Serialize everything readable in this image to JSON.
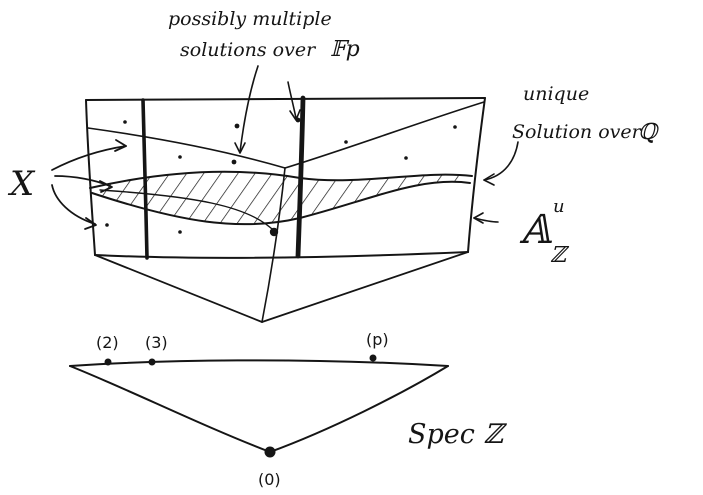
{
  "annotations": {
    "multiple_line1": "possibly multiple",
    "multiple_line2": "solutions over",
    "multiple_field": "𝔽p",
    "unique_line1": "unique",
    "unique_line2": "Solution over",
    "unique_field": "ℚ",
    "scheme_label": "X",
    "affine_space": "𝔸",
    "affine_sup": "u",
    "affine_sub": "ℤ",
    "spec_label": "Spec ℤ"
  },
  "points": {
    "p2": "(2)",
    "p3": "(3)",
    "pp": "(p)",
    "p0": "(0)"
  },
  "ink_color": "#151515"
}
